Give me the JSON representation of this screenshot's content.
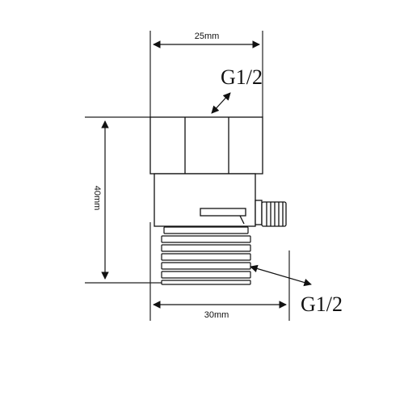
{
  "diagram": {
    "dimensions": {
      "top_width": "25mm",
      "height": "40mm",
      "bottom_width": "30mm"
    },
    "thread_labels": {
      "top": "G1/2",
      "bottom": "G1/2"
    }
  }
}
